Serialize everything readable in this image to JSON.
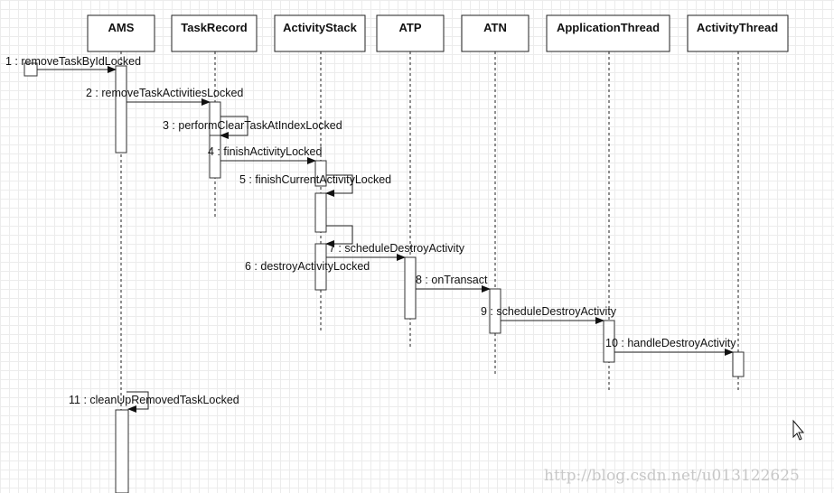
{
  "participants": [
    "AMS",
    "TaskRecord",
    "ActivityStack",
    "ATP",
    "ATN",
    "ApplicationThread",
    "ActivityThread"
  ],
  "messages": [
    "1 : removeTaskByIdLocked",
    "2 : removeTaskActivitiesLocked",
    "3 : performClearTaskAtIndexLocked",
    "4 : finishActivityLocked",
    "5 : finishCurrentActivityLocked",
    "6 : destroyActivityLocked",
    "7 : scheduleDestroyActivity",
    "8 : onTransact",
    "9 : scheduleDestroyActivity",
    "10 : handleDestroyActivity",
    "11 : cleanUpRemovedTaskLocked"
  ],
  "watermark": "http://blog.csdn.net/u013122625"
}
